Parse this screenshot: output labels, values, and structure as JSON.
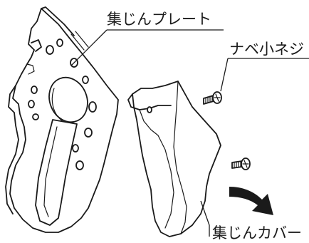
{
  "labels": {
    "dust_plate": "集じんプレート",
    "pan_head_screw": "ナベ小ネジ",
    "dust_cover": "集じんカバー"
  },
  "icons": {
    "direction_arrow": "curved-arrow-right"
  },
  "colors": {
    "ink": "#1a1a1a",
    "background": "#ffffff"
  }
}
